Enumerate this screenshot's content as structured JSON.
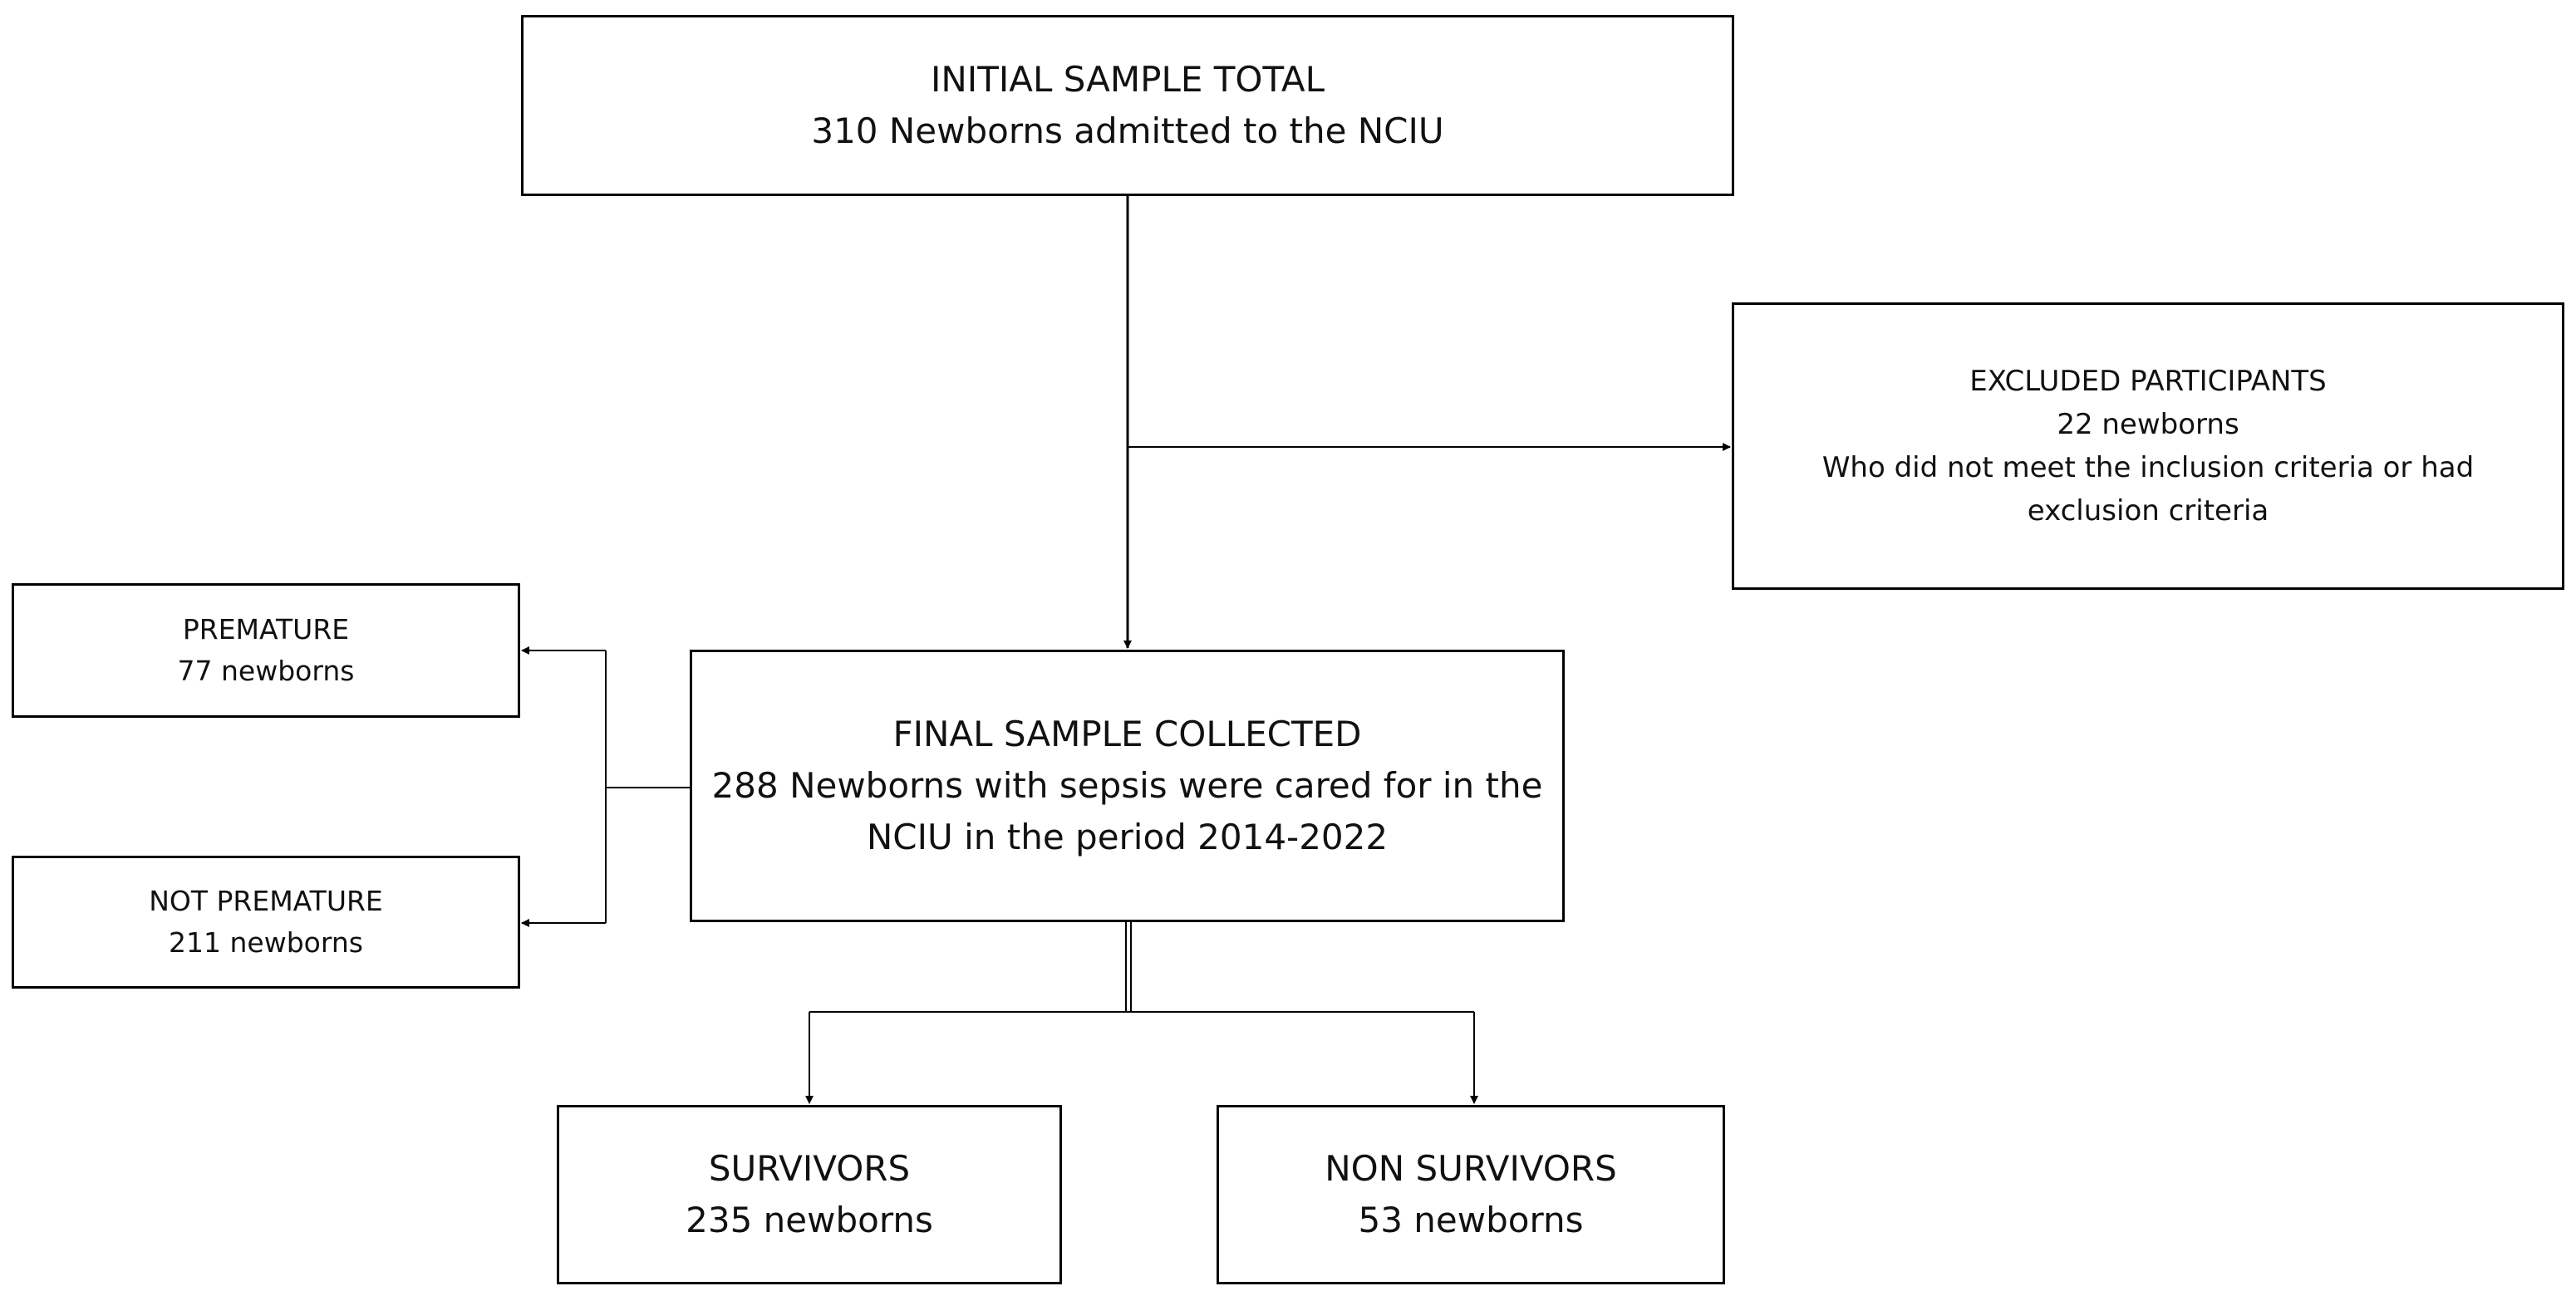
{
  "initial_sample": {
    "heading": "INITIAL SAMPLE TOTAL",
    "detail": "310 Newborns admitted to the NCIU"
  },
  "excluded": {
    "heading": "EXCLUDED PARTICIPANTS",
    "count": "22 newborns",
    "reason_line1": "Who did not meet the inclusion criteria or had",
    "reason_line2": "exclusion criteria"
  },
  "final_sample": {
    "heading": "FINAL SAMPLE COLLECTED",
    "line1": "288 Newborns with sepsis were cared for in the",
    "line2": "NCIU in the period 2014-2022"
  },
  "premature": {
    "heading": "PREMATURE",
    "count": "77 newborns"
  },
  "not_premature": {
    "heading": "NOT PREMATURE",
    "count": "211 newborns"
  },
  "survivors": {
    "heading": "SURVIVORS",
    "count": "235 newborns"
  },
  "non_survivors": {
    "heading": "NON SURVIVORS",
    "count": "53 newborns"
  },
  "colors": {
    "line": "#000000",
    "box_border": "#000000",
    "background": "#ffffff",
    "text": "#111111"
  }
}
